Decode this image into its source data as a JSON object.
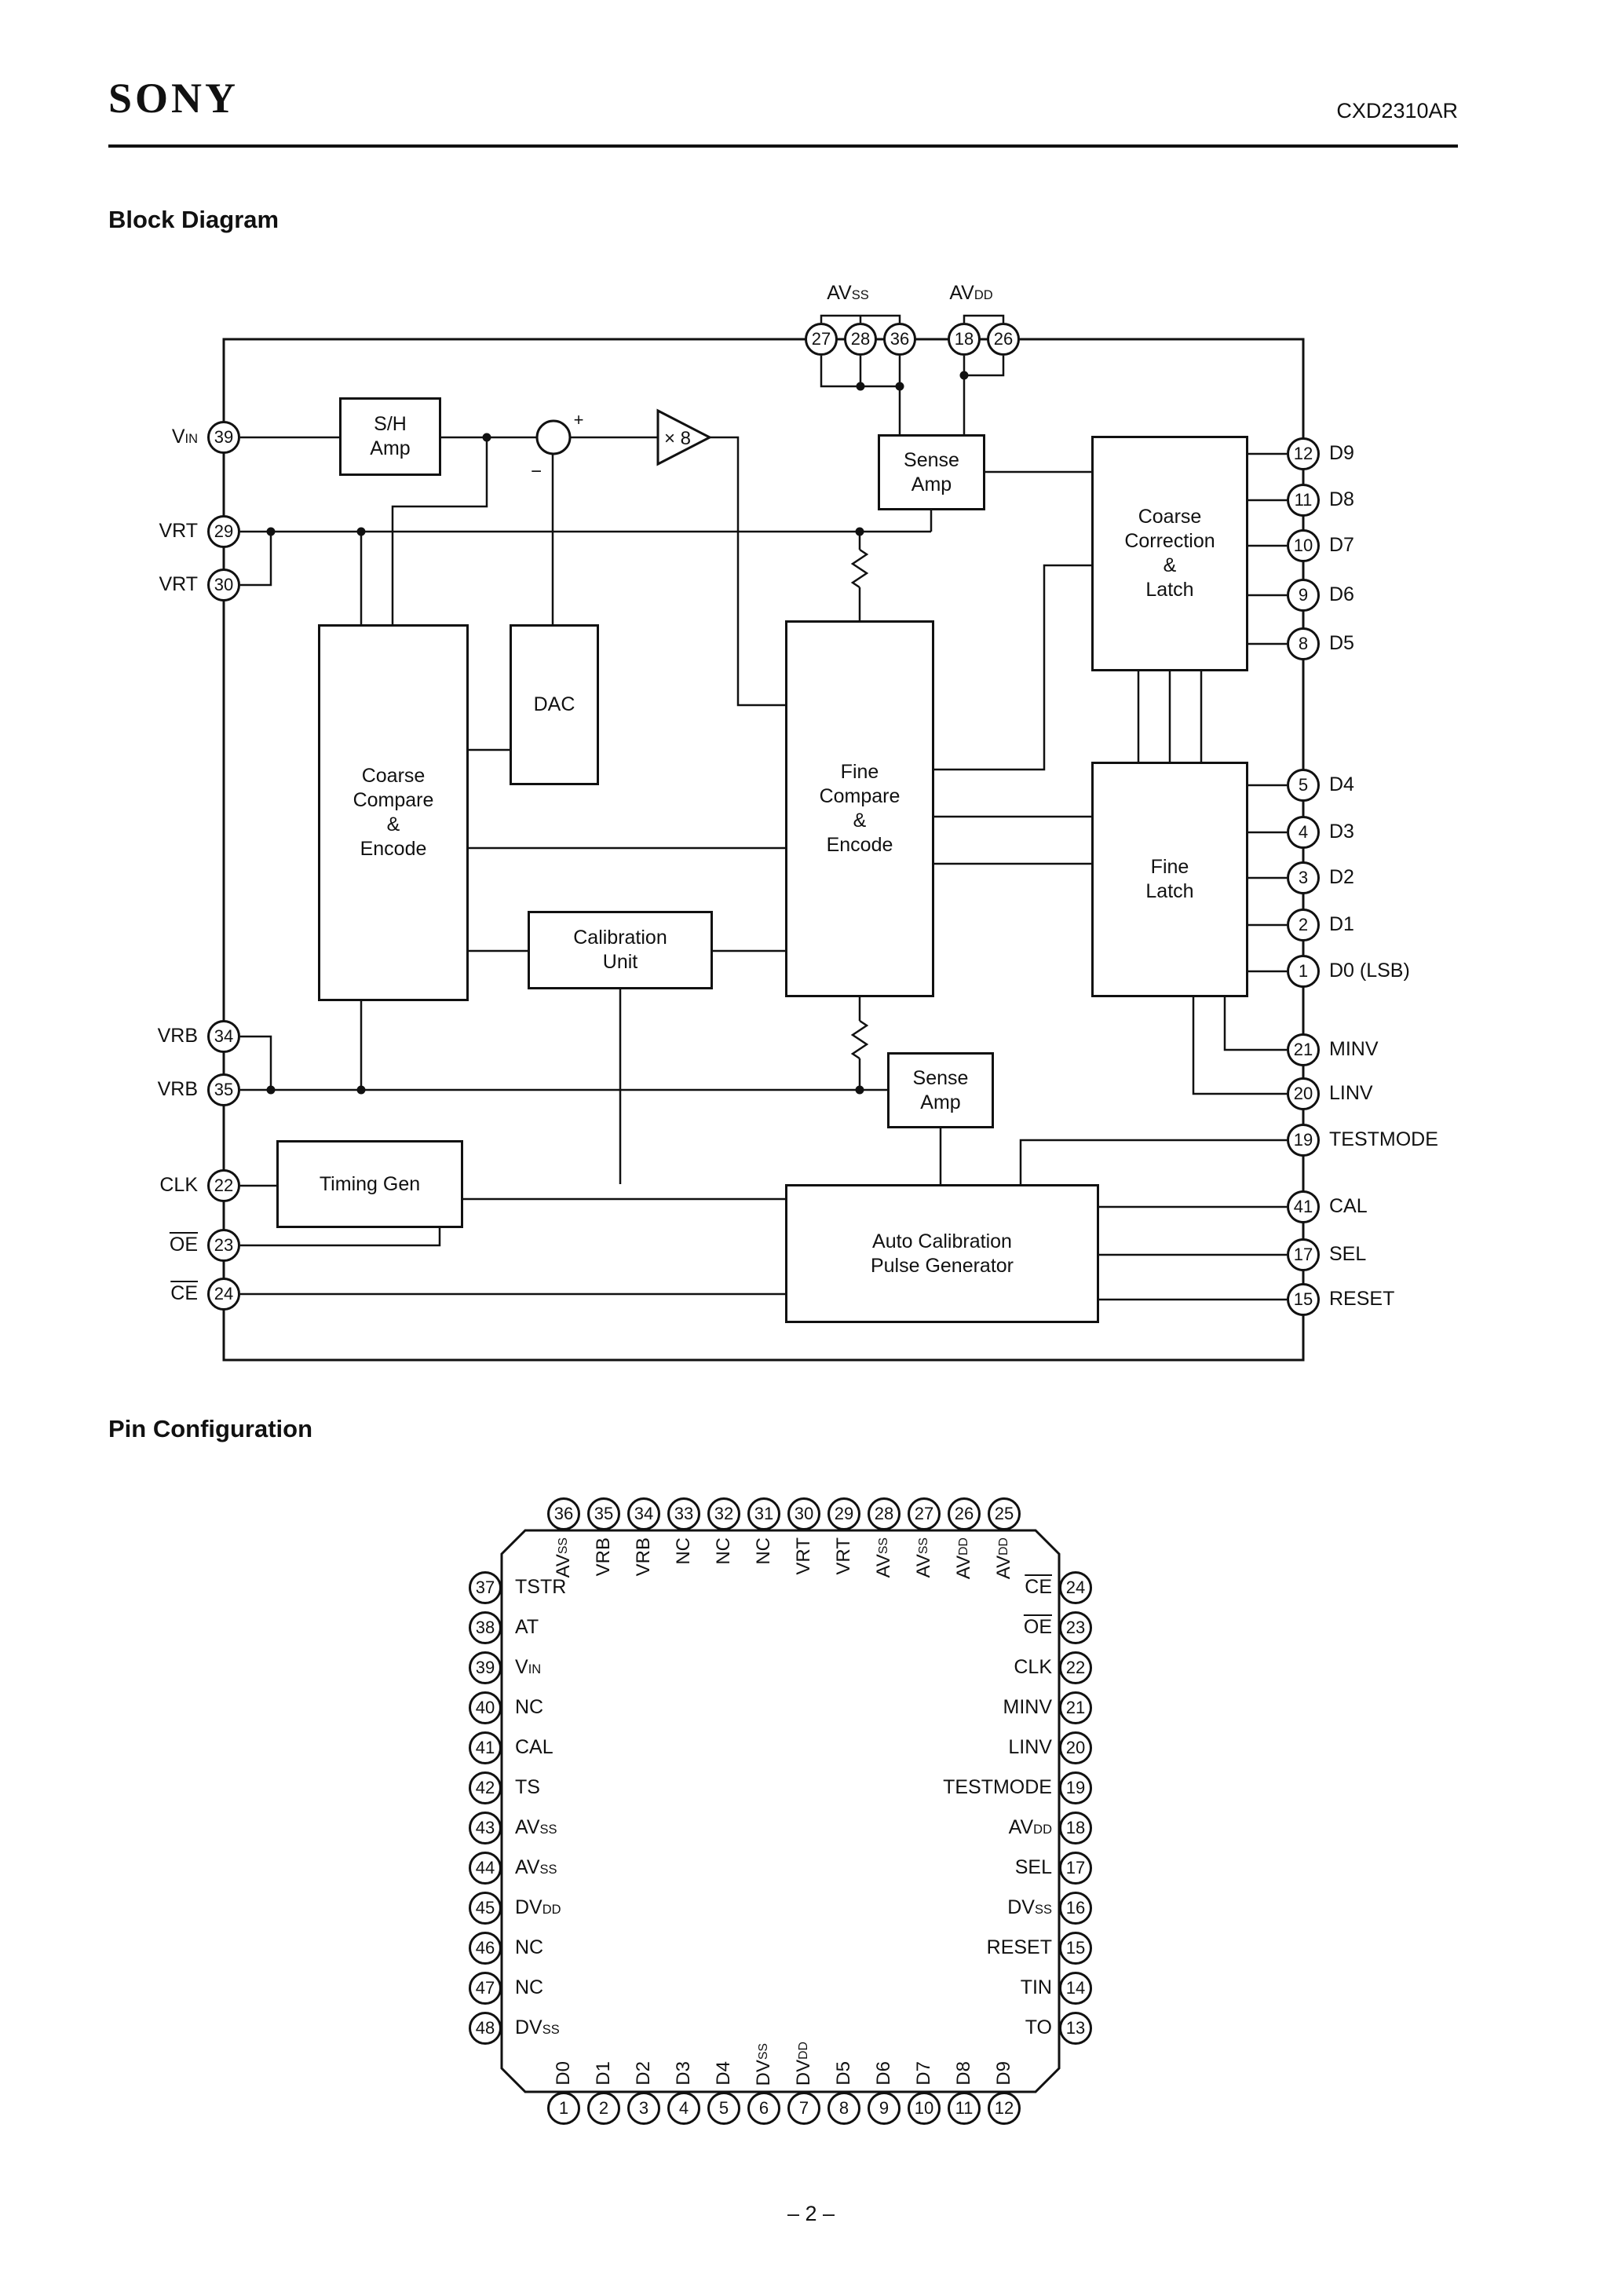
{
  "header": {
    "brand": "SONY",
    "part_number": "CXD2310AR"
  },
  "sections": {
    "block_diagram_title": "Block Diagram",
    "pin_configuration_title": "Pin Configuration"
  },
  "footer": {
    "page_number": "– 2 –"
  },
  "block_diagram": {
    "amp_gain": "× 8",
    "sum_plus": "+",
    "sum_minus": "−",
    "top_groups": [
      {
        "label": "AV",
        "sub": "SS"
      },
      {
        "label": "AV",
        "sub": "DD"
      }
    ],
    "top_pins": [
      {
        "num": "27"
      },
      {
        "num": "28"
      },
      {
        "num": "36"
      },
      {
        "num": "18"
      },
      {
        "num": "26"
      }
    ],
    "left_pins": [
      {
        "num": "39",
        "label": "V",
        "sub": "IN"
      },
      {
        "num": "29",
        "label": "VRT"
      },
      {
        "num": "30",
        "label": "VRT"
      },
      {
        "num": "34",
        "label": "VRB"
      },
      {
        "num": "35",
        "label": "VRB"
      },
      {
        "num": "22",
        "label": "CLK"
      },
      {
        "num": "23",
        "label": "OE",
        "overline": true
      },
      {
        "num": "24",
        "label": "CE",
        "overline": true
      }
    ],
    "right_pins": [
      {
        "num": "12",
        "label": "D9"
      },
      {
        "num": "11",
        "label": "D8"
      },
      {
        "num": "10",
        "label": "D7"
      },
      {
        "num": "9",
        "label": "D6"
      },
      {
        "num": "8",
        "label": "D5"
      },
      {
        "num": "5",
        "label": "D4"
      },
      {
        "num": "4",
        "label": "D3"
      },
      {
        "num": "3",
        "label": "D2"
      },
      {
        "num": "2",
        "label": "D1"
      },
      {
        "num": "1",
        "label": "D0 (LSB)"
      },
      {
        "num": "21",
        "label": "MINV"
      },
      {
        "num": "20",
        "label": "LINV"
      },
      {
        "num": "19",
        "label": "TESTMODE"
      },
      {
        "num": "41",
        "label": "CAL"
      },
      {
        "num": "17",
        "label": "SEL"
      },
      {
        "num": "15",
        "label": "RESET"
      }
    ],
    "blocks": [
      {
        "id": "sh-amp",
        "lines": [
          "S/H",
          "Amp"
        ]
      },
      {
        "id": "dac",
        "lines": [
          "DAC"
        ]
      },
      {
        "id": "coarse-compare",
        "lines": [
          "Coarse",
          "Compare",
          "&",
          "Encode"
        ]
      },
      {
        "id": "fine-compare",
        "lines": [
          "Fine",
          "Compare",
          "&",
          "Encode"
        ]
      },
      {
        "id": "calibration-unit",
        "lines": [
          "Calibration",
          "Unit"
        ]
      },
      {
        "id": "sense-amp-top",
        "lines": [
          "Sense",
          "Amp"
        ]
      },
      {
        "id": "sense-amp-bottom",
        "lines": [
          "Sense",
          "Amp"
        ]
      },
      {
        "id": "coarse-correction-latch",
        "lines": [
          "Coarse",
          "Correction",
          "&",
          "Latch"
        ]
      },
      {
        "id": "fine-latch",
        "lines": [
          "Fine",
          "Latch"
        ]
      },
      {
        "id": "timing-gen",
        "lines": [
          "Timing Gen"
        ]
      },
      {
        "id": "auto-cal",
        "lines": [
          "Auto Calibration",
          "Pulse Generator"
        ]
      }
    ]
  },
  "pin_config": {
    "top_pins": [
      {
        "num": "36",
        "label": "AV",
        "sub": "SS"
      },
      {
        "num": "35",
        "label": "VRB"
      },
      {
        "num": "34",
        "label": "VRB"
      },
      {
        "num": "33",
        "label": "NC"
      },
      {
        "num": "32",
        "label": "NC"
      },
      {
        "num": "31",
        "label": "NC"
      },
      {
        "num": "30",
        "label": "VRT"
      },
      {
        "num": "29",
        "label": "VRT"
      },
      {
        "num": "28",
        "label": "AV",
        "sub": "SS"
      },
      {
        "num": "27",
        "label": "AV",
        "sub": "SS"
      },
      {
        "num": "26",
        "label": "AV",
        "sub": "DD"
      },
      {
        "num": "25",
        "label": "AV",
        "sub": "DD"
      }
    ],
    "left_pins": [
      {
        "num": "37",
        "label": "TSTR"
      },
      {
        "num": "38",
        "label": "AT"
      },
      {
        "num": "39",
        "label": "V",
        "sub": "IN"
      },
      {
        "num": "40",
        "label": "NC"
      },
      {
        "num": "41",
        "label": "CAL"
      },
      {
        "num": "42",
        "label": "TS"
      },
      {
        "num": "43",
        "label": "AV",
        "sub": "SS"
      },
      {
        "num": "44",
        "label": "AV",
        "sub": "SS"
      },
      {
        "num": "45",
        "label": "DV",
        "sub": "DD"
      },
      {
        "num": "46",
        "label": "NC"
      },
      {
        "num": "47",
        "label": "NC"
      },
      {
        "num": "48",
        "label": "DV",
        "sub": "SS"
      }
    ],
    "right_pins": [
      {
        "num": "24",
        "label": "CE",
        "overline": true
      },
      {
        "num": "23",
        "label": "OE",
        "overline": true
      },
      {
        "num": "22",
        "label": "CLK"
      },
      {
        "num": "21",
        "label": "MINV"
      },
      {
        "num": "20",
        "label": "LINV"
      },
      {
        "num": "19",
        "label": "TESTMODE"
      },
      {
        "num": "18",
        "label": "AV",
        "sub": "DD"
      },
      {
        "num": "17",
        "label": "SEL"
      },
      {
        "num": "16",
        "label": "DV",
        "sub": "SS"
      },
      {
        "num": "15",
        "label": "RESET"
      },
      {
        "num": "14",
        "label": "TIN"
      },
      {
        "num": "13",
        "label": "TO"
      }
    ],
    "bottom_pins": [
      {
        "num": "1",
        "label": "D0"
      },
      {
        "num": "2",
        "label": "D1"
      },
      {
        "num": "3",
        "label": "D2"
      },
      {
        "num": "4",
        "label": "D3"
      },
      {
        "num": "5",
        "label": "D4"
      },
      {
        "num": "6",
        "label": "DV",
        "sub": "SS"
      },
      {
        "num": "7",
        "label": "DV",
        "sub": "DD"
      },
      {
        "num": "8",
        "label": "D5"
      },
      {
        "num": "9",
        "label": "D6"
      },
      {
        "num": "10",
        "label": "D7"
      },
      {
        "num": "11",
        "label": "D8"
      },
      {
        "num": "12",
        "label": "D9"
      }
    ]
  }
}
